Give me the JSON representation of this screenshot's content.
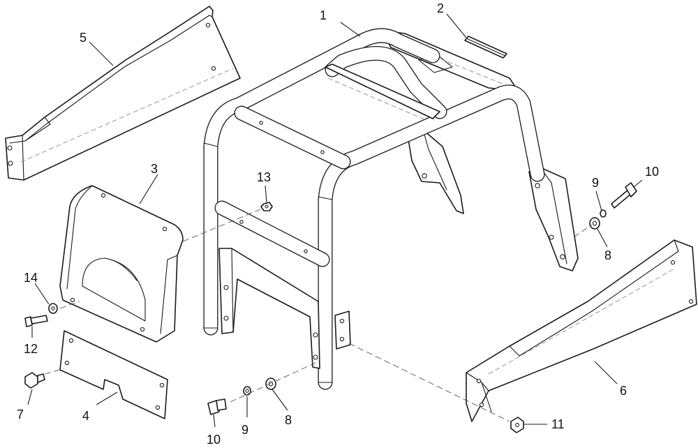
{
  "callouts": [
    {
      "id": "c1",
      "text": "1"
    },
    {
      "id": "c2",
      "text": "2"
    },
    {
      "id": "c3",
      "text": "3"
    },
    {
      "id": "c4",
      "text": "4"
    },
    {
      "id": "c5",
      "text": "5"
    },
    {
      "id": "c6",
      "text": "6"
    },
    {
      "id": "c7",
      "text": "7"
    },
    {
      "id": "c8a",
      "text": "8"
    },
    {
      "id": "c8b",
      "text": "8"
    },
    {
      "id": "c9a",
      "text": "9"
    },
    {
      "id": "c9b",
      "text": "9"
    },
    {
      "id": "c10a",
      "text": "10"
    },
    {
      "id": "c10b",
      "text": "10"
    },
    {
      "id": "c11",
      "text": "11"
    },
    {
      "id": "c12",
      "text": "12"
    },
    {
      "id": "c13",
      "text": "13"
    },
    {
      "id": "c14",
      "text": "14"
    }
  ],
  "colors": {
    "line": "#1a1a1a",
    "hidden": "#888888",
    "background": "#ffffff"
  }
}
